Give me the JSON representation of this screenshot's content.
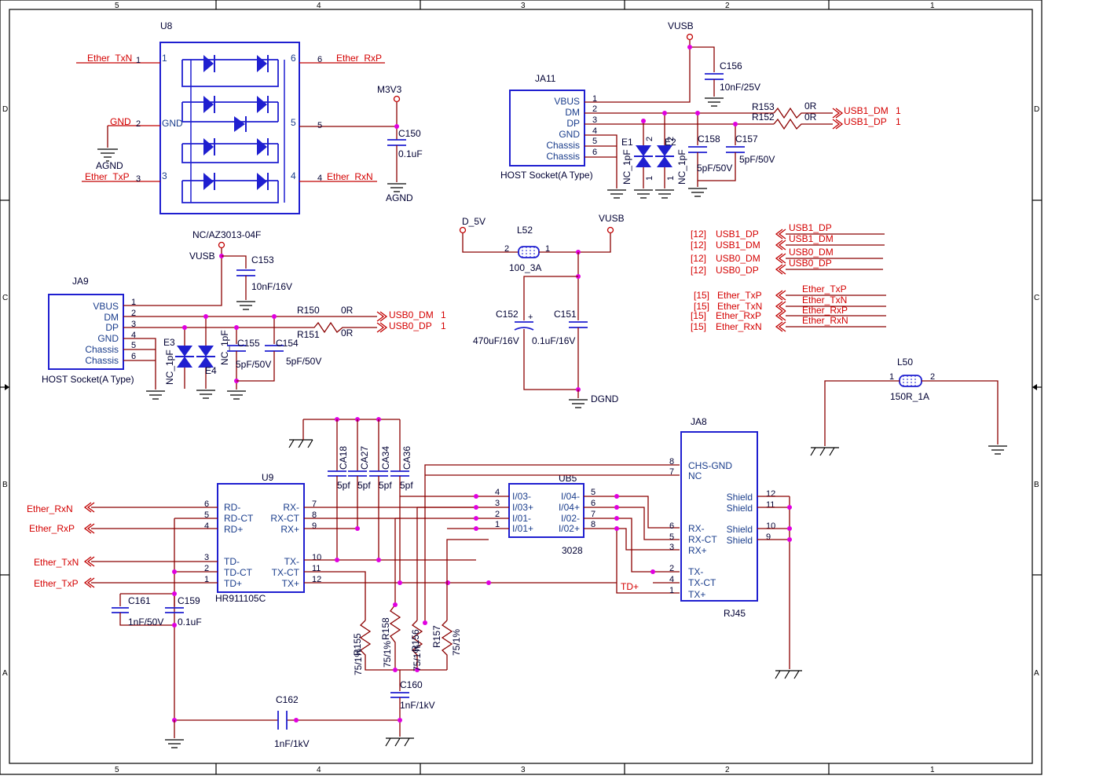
{
  "frame": {
    "columns": [
      "5",
      "4",
      "3",
      "2",
      "1"
    ],
    "rows": [
      "D",
      "C",
      "B",
      "A"
    ]
  },
  "u8": {
    "ref": "U8",
    "net_left_1": "Ether_TxN",
    "net_left_2": "GND",
    "net_left_3": "Ether_TxP",
    "net_right_6": "Ether_RxP",
    "net_right_4": "Ether_RxN",
    "pin_gnd": "GND",
    "gnd_name": "AGND",
    "m3v3": "M3V3",
    "c150_ref": "C150",
    "c150_val": "0.1uF",
    "agnd2": "AGND",
    "pins": [
      "1",
      "2",
      "3",
      "4",
      "5",
      "6"
    ],
    "pins_outer": [
      "1",
      "2",
      "3",
      "4",
      "5",
      "6"
    ]
  },
  "ja11": {
    "ref": "JA11",
    "pins": [
      "VBUS",
      "DM",
      "DP",
      "GND",
      "Chassis",
      "Chassis"
    ],
    "pin_nums": [
      "1",
      "2",
      "3",
      "4",
      "5",
      "6"
    ],
    "desc": "HOST Socket(A Type)",
    "vusb": "VUSB",
    "c156_ref": "C156",
    "c156_val": "10nF/25V",
    "r153": "R153",
    "r153_val": "0R",
    "r152": "R152",
    "r152_val": "0R",
    "usb1_dm": "USB1_DM",
    "usb1_dp": "USB1_DP",
    "sheet": "1",
    "e1": "E1",
    "e2": "E2",
    "nc": "NC_1pF",
    "c158_ref": "C158",
    "c158_val": "5pF/50V",
    "c157_ref": "C157",
    "c157_val": "5pF/50V",
    "d_pin1": "1",
    "d_pin2": "2"
  },
  "ja9": {
    "ref": "JA9",
    "pins": [
      "VBUS",
      "DM",
      "DP",
      "GND",
      "Chassis",
      "Chassis"
    ],
    "pin_nums": [
      "1",
      "2",
      "3",
      "4",
      "5",
      "6"
    ],
    "desc": "HOST Socket(A Type)",
    "part": "NC/AZ3013-04F",
    "vusb": "VUSB",
    "c153_ref": "C153",
    "c153_val": "10nF/16V",
    "r150": "R150",
    "r150_val": "0R",
    "r151": "R151",
    "r151_val": "0R",
    "usb0_dm": "USB0_DM",
    "usb0_dp": "USB0_DP",
    "sheet": "1",
    "e3": "E3",
    "e4": "E4",
    "nc": "NC_1pF",
    "c155_ref": "C155",
    "c155_val": "5pF/50V",
    "c154_ref": "C154",
    "c154_val": "5pF/50V"
  },
  "power": {
    "d5v": "D_5V",
    "vusb": "VUSB",
    "l52": "L52",
    "l52_val": "100_3A",
    "pin2": "2",
    "pin1": "1",
    "c152_ref": "C152",
    "c152_val": "470uF/16V",
    "c151_ref": "C151",
    "c151_val": "0.1uF/16V",
    "dgnd": "DGND"
  },
  "ports": [
    {
      "ref": "[12]",
      "name": "USB1_DP",
      "net": "USB1_DP"
    },
    {
      "ref": "[12]",
      "name": "USB1_DM",
      "net": "USB1_DM"
    },
    {
      "ref": "[12]",
      "name": "USB0_DM",
      "net": "USB0_DM"
    },
    {
      "ref": "[12]",
      "name": "USB0_DP",
      "net": "USB0_DP"
    },
    {
      "ref": "[15]",
      "name": "Ether_TxP",
      "net": "Ether_TxP"
    },
    {
      "ref": "[15]",
      "name": "Ether_TxN",
      "net": "Ether_TxN"
    },
    {
      "ref": "[15]",
      "name": "Ether_RxP",
      "net": "Ether_RxP"
    },
    {
      "ref": "[15]",
      "name": "Ether_RxN",
      "net": "Ether_RxN"
    }
  ],
  "l50": {
    "ref": "L50",
    "val": "150R_1A",
    "pin1": "1",
    "pin2": "2"
  },
  "u9": {
    "ref": "U9",
    "part": "HR911105C",
    "left": [
      "RD-",
      "RD-CT",
      "RD+",
      "TD-",
      "TD-CT",
      "TD+"
    ],
    "left_nums": [
      "6",
      "5",
      "4",
      "3",
      "2",
      "1"
    ],
    "right": [
      "RX-",
      "RX-CT",
      "RX+",
      "TX-",
      "TX-CT",
      "TX+"
    ],
    "right_nums": [
      "7",
      "8",
      "9",
      "10",
      "11",
      "12"
    ],
    "nets": [
      "Ether_RxN",
      "Ether_RxP",
      "Ether_TxN",
      "Ether_TxP"
    ],
    "c161_ref": "C161",
    "c161_val": "1nF/50V",
    "c159_ref": "C159",
    "c159_val": "0.1uF",
    "c162_ref": "C162",
    "c162_val": "1nF/1kV",
    "c160_ref": "C160",
    "c160_val": "1nF/1kV"
  },
  "ca": {
    "refs": [
      "CA18",
      "CA27",
      "CA34",
      "CA36"
    ],
    "val": "5pf"
  },
  "resistors": {
    "refs": [
      "R155",
      "R158",
      "R156",
      "R157"
    ],
    "val": "75/1%"
  },
  "ub5": {
    "ref": "UB5",
    "part": "3028",
    "left": [
      "I/03-",
      "I/03+",
      "I/01-",
      "I/01+"
    ],
    "right": [
      "I/04-",
      "I/04+",
      "I/02-",
      "I/02+"
    ],
    "left_nums": [
      "4",
      "3",
      "2",
      "1"
    ],
    "right_nums": [
      "5",
      "6",
      "7",
      "8"
    ]
  },
  "ja8": {
    "ref": "JA8",
    "part": "RJ45",
    "left": [
      "CHS-GND",
      "NC",
      "RX-",
      "RX-CT",
      "RX+",
      "TX-",
      "TX-CT",
      "TX+"
    ],
    "left_nums": [
      "8",
      "7",
      "6",
      "5",
      "3",
      "2",
      "4",
      "1"
    ],
    "right": [
      "Shield",
      "Shield",
      "Shield",
      "Shield"
    ],
    "right_nums": [
      "12",
      "11",
      "10",
      "9"
    ],
    "tdp": "TD+"
  }
}
